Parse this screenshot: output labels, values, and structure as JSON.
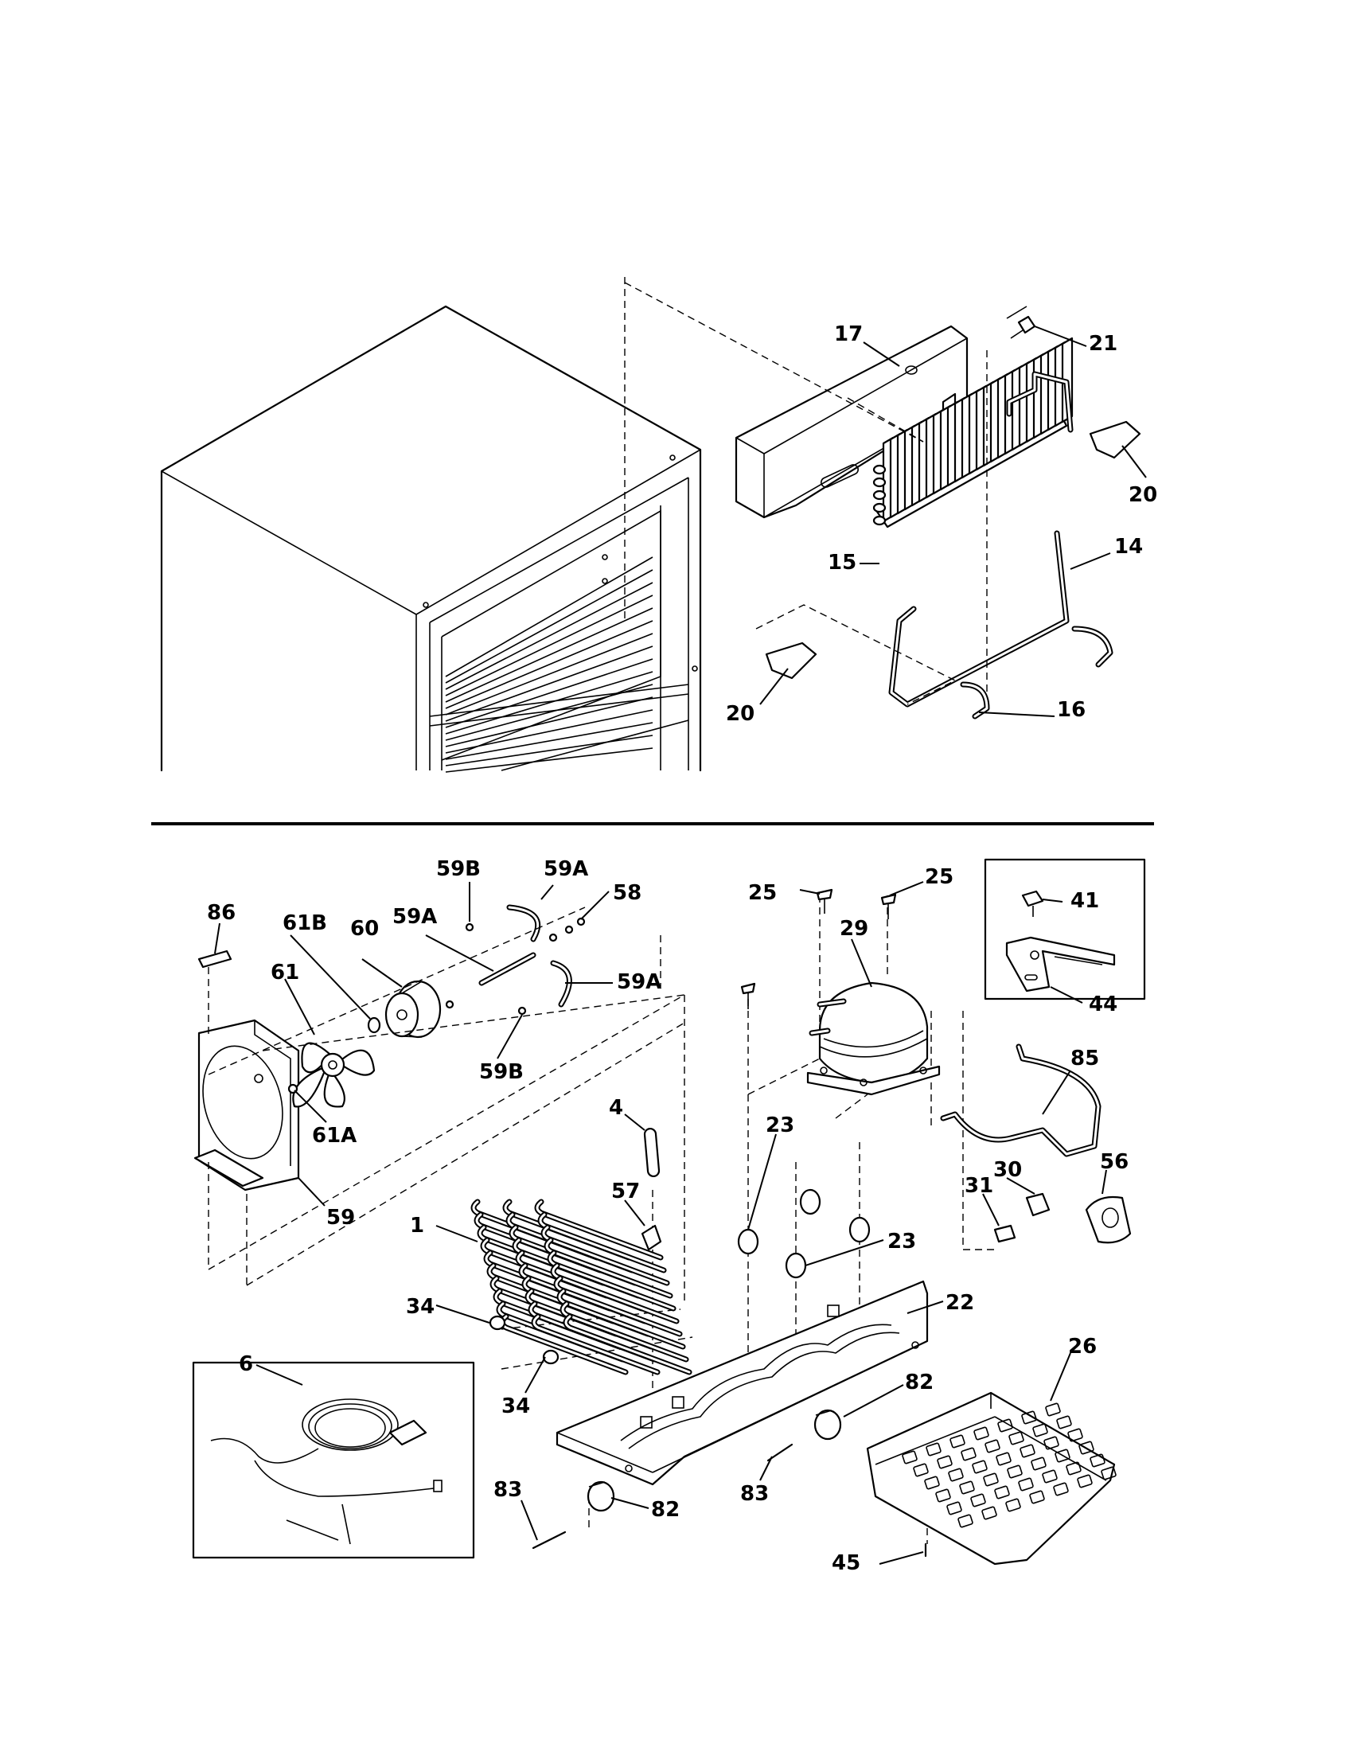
{
  "callouts": {
    "c17": "17",
    "c21": "21",
    "c20a": "20",
    "c15": "15",
    "c14": "14",
    "c20b": "20",
    "c16": "16",
    "c59B_top": "59B",
    "c59A_top": "59A",
    "c58": "58",
    "c25a": "25",
    "c25b": "25",
    "c86": "86",
    "c61B": "61B",
    "c60": "60",
    "c59A_mid": "59A",
    "c61": "61",
    "c59A_right": "59A",
    "c29": "29",
    "c41": "41",
    "c44": "44",
    "c59B_bot": "59B",
    "c85": "85",
    "c4": "4",
    "c61A": "61A",
    "c23a": "23",
    "c59": "59",
    "c56": "56",
    "c30": "30",
    "c57": "57",
    "c31": "31",
    "c1": "1",
    "c23b": "23",
    "c22": "22",
    "c34a": "34",
    "c26": "26",
    "c6": "6",
    "c82a": "82",
    "c34b": "34",
    "c83a": "83",
    "c83b": "83",
    "c82b": "82",
    "c45": "45"
  },
  "colors": {
    "line": "#000000",
    "background": "#ffffff"
  }
}
